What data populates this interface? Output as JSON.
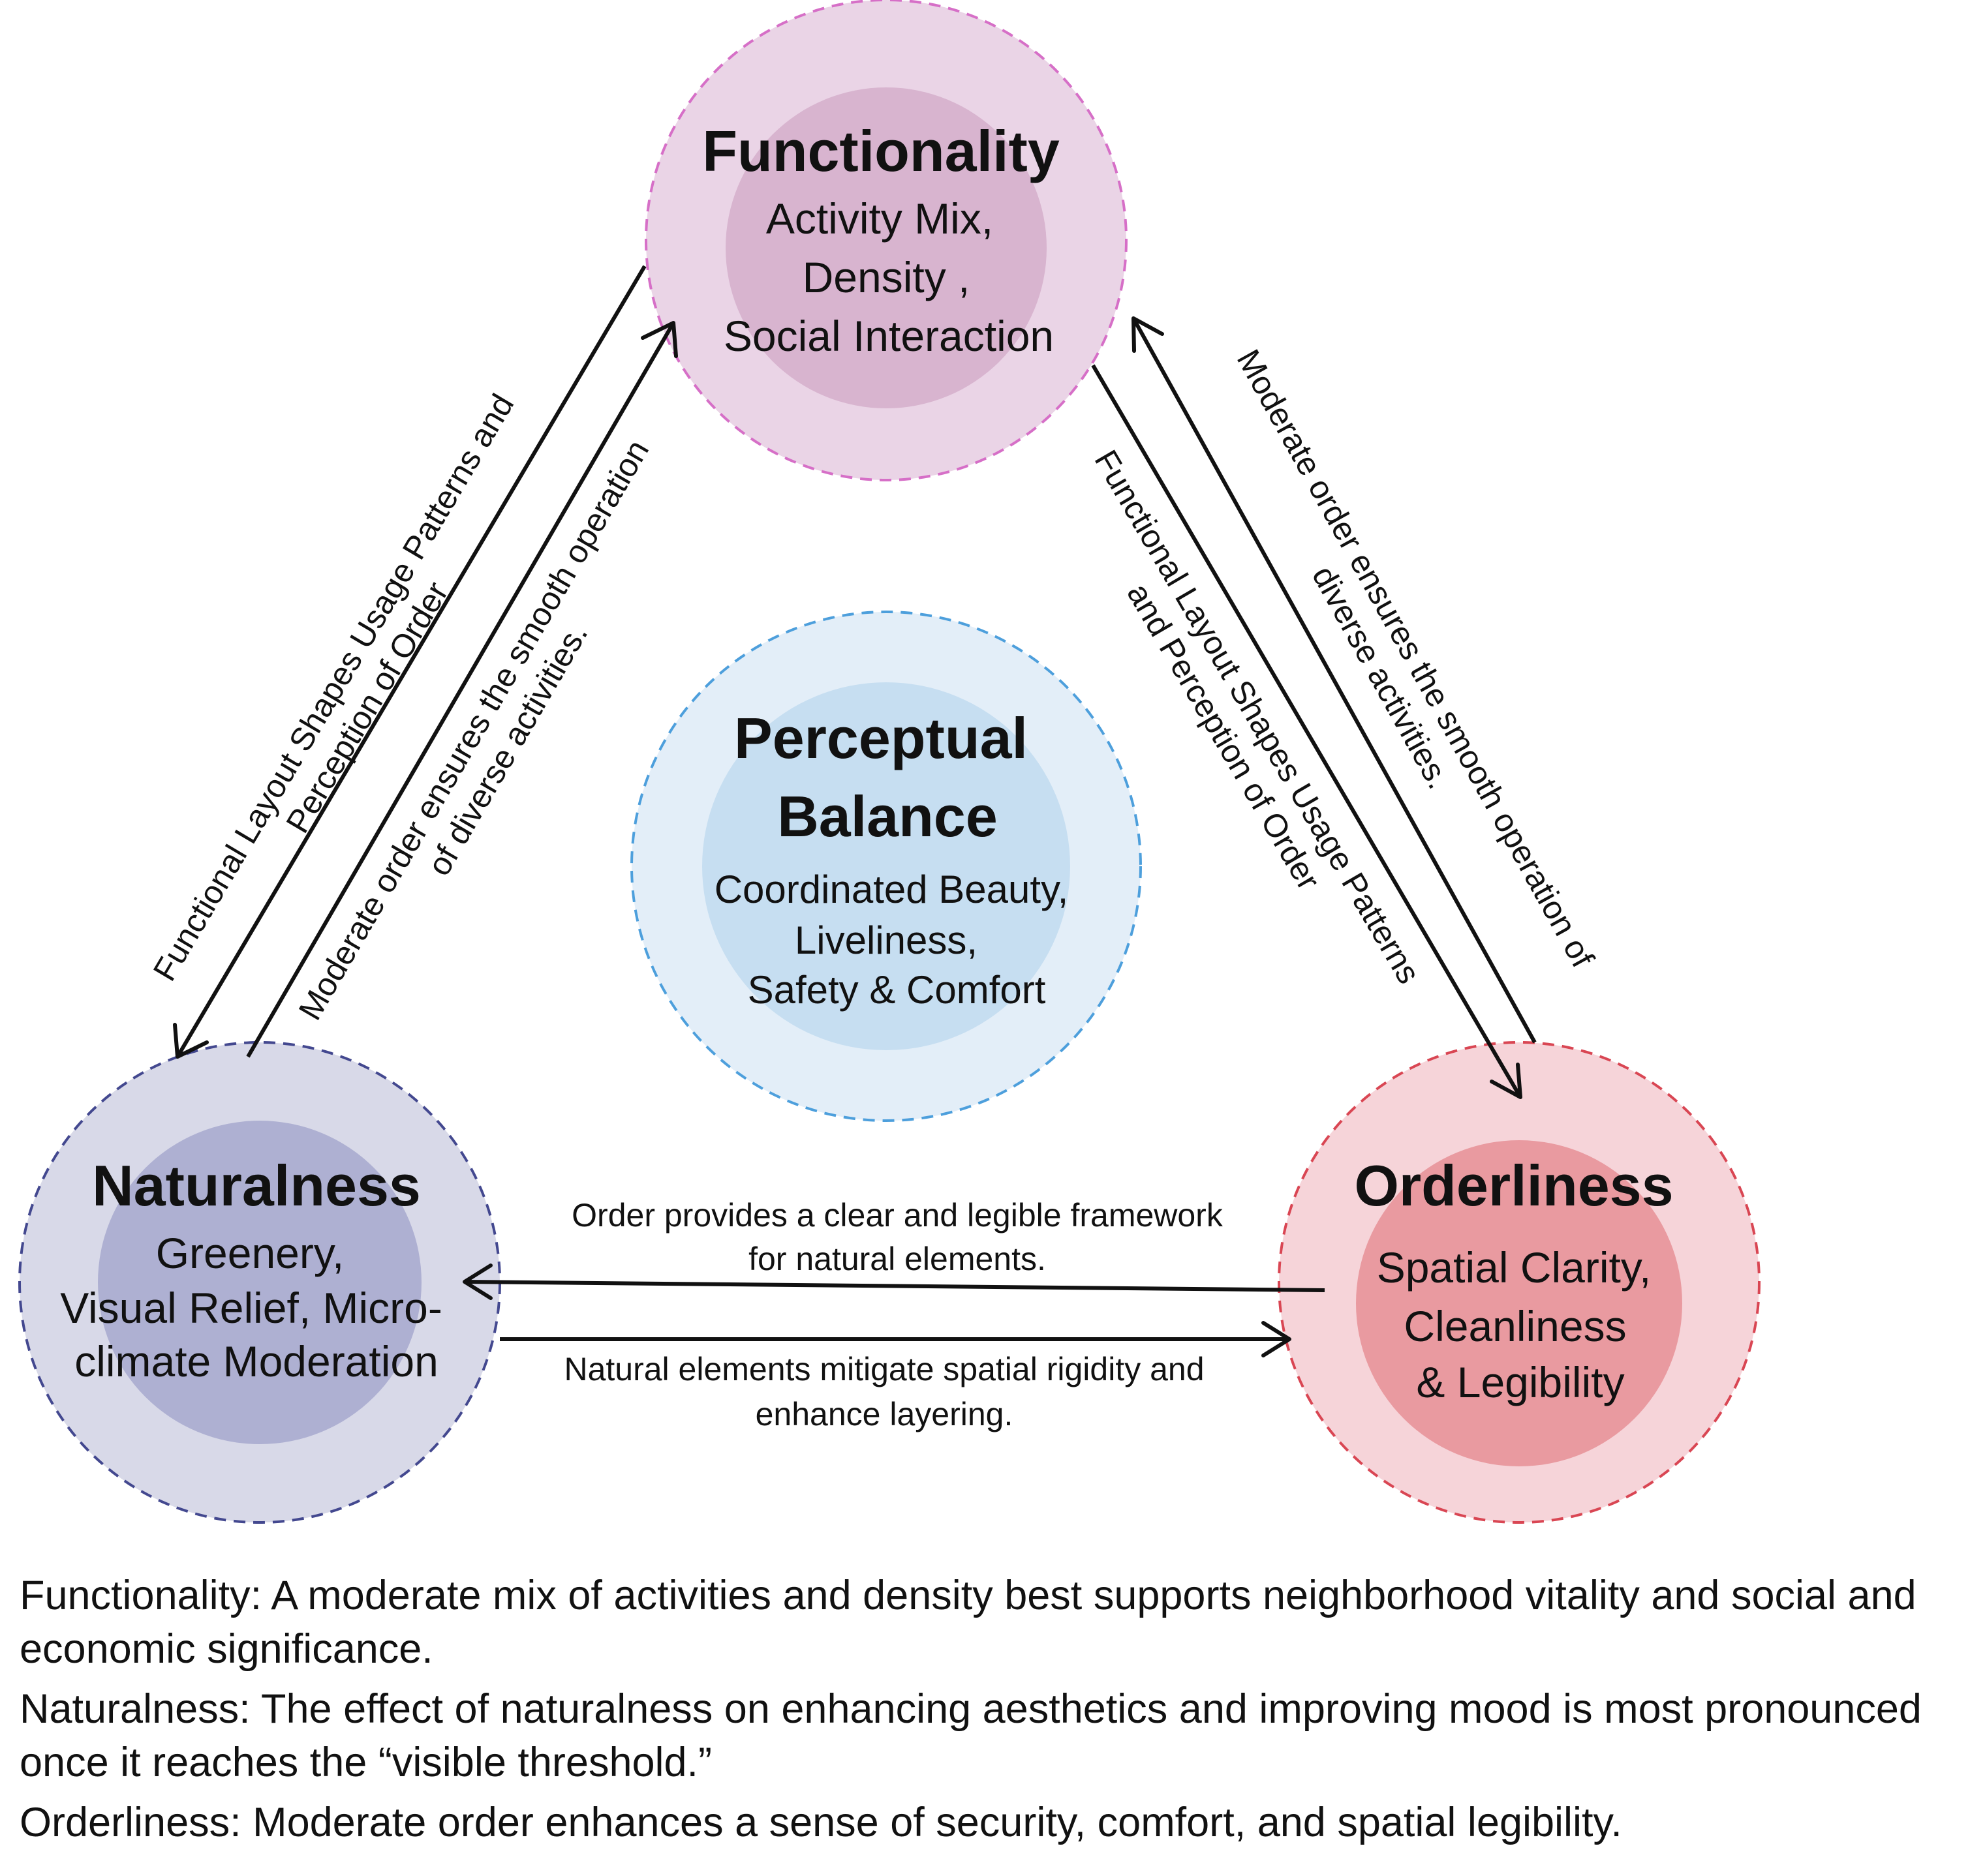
{
  "colors": {
    "functionality_outer": "#ead4e6",
    "functionality_inner": "#d8b4cf",
    "functionality_border": "#d66fc7",
    "perceptual_outer": "#e3eef8",
    "perceptual_inner": "#c6def1",
    "perceptual_border": "#4d9fdc",
    "naturalness_outer": "#d8d9e8",
    "naturalness_inner": "#aeb0d2",
    "naturalness_border": "#43488f",
    "orderliness_outer": "#f6d4d9",
    "orderliness_inner": "#e99aa0",
    "orderliness_border": "#d94653",
    "arrow": "#111111"
  },
  "nodes": {
    "functionality": {
      "title": "Functionality",
      "lines": [
        "Activity Mix,",
        "Density ,",
        "Social Interaction"
      ]
    },
    "perceptual_balance": {
      "title_lines": [
        "Perceptual",
        "Balance"
      ],
      "lines": [
        "Coordinated Beauty,",
        "Liveliness,",
        "Safety & Comfort"
      ]
    },
    "naturalness": {
      "title": "Naturalness",
      "lines": [
        "Greenery,",
        "Visual Relief, Micro-",
        "climate Moderation"
      ]
    },
    "orderliness": {
      "title": "Orderliness",
      "lines": [
        "Spatial Clarity,",
        "Cleanliness",
        "& Legibility"
      ]
    }
  },
  "arrows": {
    "functionality_to_naturalness": [
      "Functional Layout Shapes Usage Patterns and",
      "Perception of Order"
    ],
    "naturalness_to_functionality": [
      "Moderate order ensures the smooth operation",
      "of diverse activities."
    ],
    "functionality_to_orderliness": [
      "Functional Layout Shapes Usage Patterns",
      "and Perception of Order"
    ],
    "orderliness_to_functionality": [
      "Moderate order ensures the smooth operation of",
      "diverse activities."
    ],
    "orderliness_to_naturalness": [
      "Order provides a clear and legible framework",
      "for natural elements."
    ],
    "naturalness_to_orderliness": [
      "Natural elements mitigate spatial rigidity and",
      "enhance layering."
    ]
  },
  "legend": [
    {
      "term": "Functionality:",
      "text": " A moderate mix of activities and density best supports neighborhood vitality and social and economic significance."
    },
    {
      "term": "Naturalness:",
      "text": " The effect of naturalness on enhancing aesthetics and improving mood is most pronounced once it reaches the “visible threshold.”"
    },
    {
      "term": "Orderliness:",
      "text": " Moderate order enhances a sense of security, comfort, and spatial legibility."
    }
  ]
}
